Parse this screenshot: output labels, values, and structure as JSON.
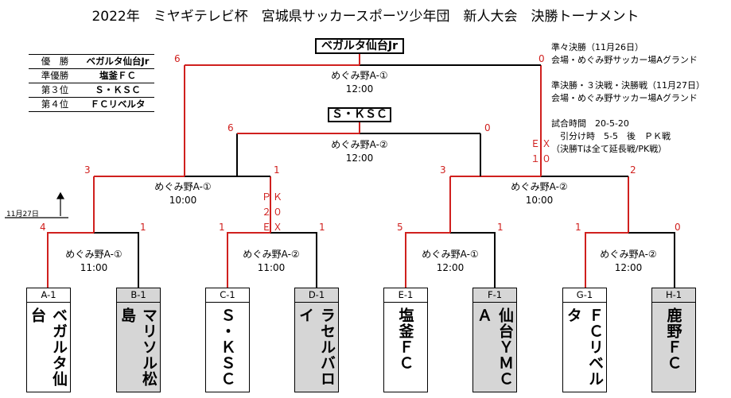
{
  "title": "2022年　ミヤギテレビ杯　宮城県サッカースポーツ少年団　新人大会　決勝トーナメント",
  "results": [
    {
      "rank": "優　勝",
      "team": "ベガルタ仙台Jr"
    },
    {
      "rank": "準優勝",
      "team": "塩釜ＦＣ"
    },
    {
      "rank": "第３位",
      "team": "Ｓ・ＫＳＣ"
    },
    {
      "rank": "第４位",
      "team": "ＦＣリベルタ"
    }
  ],
  "final": {
    "winner": "ベガルタ仙台Jr",
    "venue": "めぐみ野A-①",
    "time": "12:00",
    "score_left": "6",
    "score_right": "0"
  },
  "third_place": {
    "winner": "Ｓ・ＫＳＣ",
    "venue": "めぐみ野A-②",
    "time": "12:00",
    "score_left": "6",
    "score_right": "0"
  },
  "semifinals": [
    {
      "venue": "めぐみ野A-①",
      "time": "10:00",
      "score_left": "3",
      "score_right": "1",
      "note_right": [
        "ＰＫ",
        "２０",
        "ＥＸ"
      ]
    },
    {
      "venue": "めぐみ野A-②",
      "time": "10:00",
      "score_left": "3",
      "score_right": "2",
      "note_left": [
        "ＥＸ",
        "１０"
      ]
    }
  ],
  "quarterfinals": [
    {
      "venue": "めぐみ野A-①",
      "time": "11:00",
      "score_left": "4",
      "score_right": "1"
    },
    {
      "venue": "めぐみ野A-②",
      "time": "11:00",
      "score_left": "1",
      "score_right": "1"
    },
    {
      "venue": "めぐみ野A-①",
      "time": "12:00",
      "score_left": "5",
      "score_right": "1"
    },
    {
      "venue": "めぐみ野A-②",
      "time": "12:00",
      "score_left": "1",
      "score_right": "0"
    }
  ],
  "date_marker": "11月27日",
  "notes": [
    "準々決勝（11月26日）",
    "会場・めぐみ野サッカー場Aグランド",
    "",
    "準決勝・３決戦・決勝戦（11月27日）",
    "会場・めぐみ野サッカー場Aグランド",
    "",
    "試合時間　20-5-20",
    "　引分け時　5-5　後　ＰＫ戦",
    "（決勝Tは全て延長戦/PK戦）"
  ],
  "teams": [
    {
      "code": "A-1",
      "name": "ベガルタ仙台",
      "grey": false
    },
    {
      "code": "B-1",
      "name": "マリソル松島",
      "grey": true
    },
    {
      "code": "C-1",
      "name": "Ｓ・ＫＳＣ",
      "grey": false
    },
    {
      "code": "D-1",
      "name": "ラセルバロイ",
      "grey": true
    },
    {
      "code": "E-1",
      "name": "塩釜ＦＣ",
      "grey": false
    },
    {
      "code": "F-1",
      "name": "仙台ＹＭＣＡ",
      "grey": true
    },
    {
      "code": "G-1",
      "name": "ＦＣリベルタ",
      "grey": false
    },
    {
      "code": "H-1",
      "name": "鹿野ＦＣ",
      "grey": true
    }
  ],
  "colors": {
    "winner_line": "#d0201e",
    "line": "#000000",
    "loser_box": "#d6d6d6"
  }
}
